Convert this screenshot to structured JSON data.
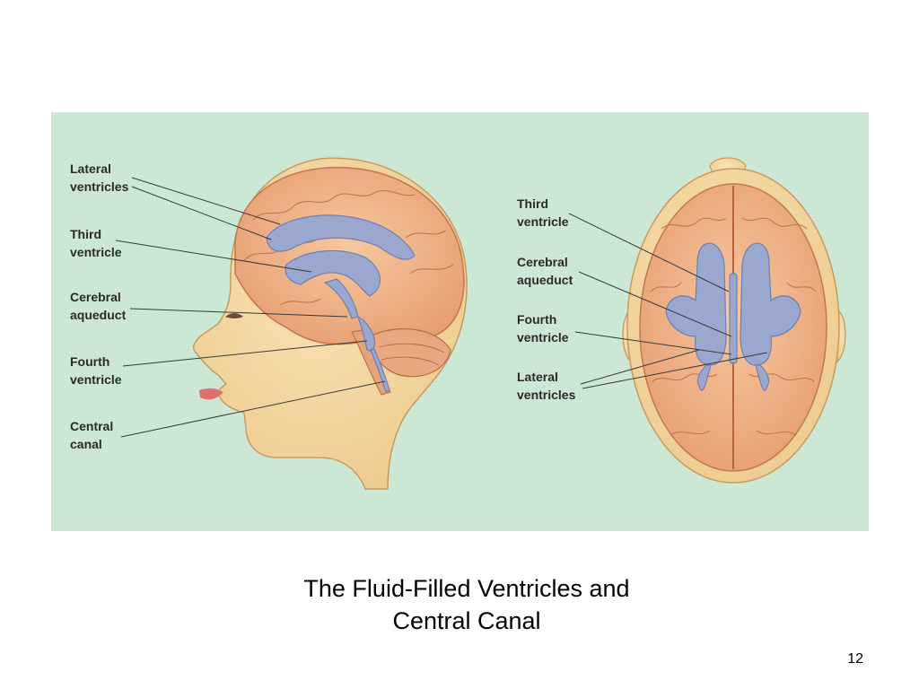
{
  "figure": {
    "side_view_labels": [
      {
        "line1": "Lateral",
        "line2": "ventricles"
      },
      {
        "line1": "Third",
        "line2": "ventricle"
      },
      {
        "line1": "Cerebral",
        "line2": "aqueduct"
      },
      {
        "line1": "Fourth",
        "line2": "ventricle"
      },
      {
        "line1": "Central",
        "line2": "canal"
      }
    ],
    "top_view_labels": [
      {
        "line1": "Third",
        "line2": "ventricle"
      },
      {
        "line1": "Cerebral",
        "line2": "aqueduct"
      },
      {
        "line1": "Fourth",
        "line2": "ventricle"
      },
      {
        "line1": "Lateral",
        "line2": "ventricles"
      }
    ],
    "colors": {
      "background": "#cde9d6",
      "skin": "#f3d69e",
      "brain": "#efb58a",
      "ventricle": "#9aa8cf",
      "leader_line": "#3a3a3a"
    }
  },
  "caption": {
    "line1": "The Fluid-Filled Ventricles and",
    "line2": "Central Canal"
  },
  "page_number": "12"
}
